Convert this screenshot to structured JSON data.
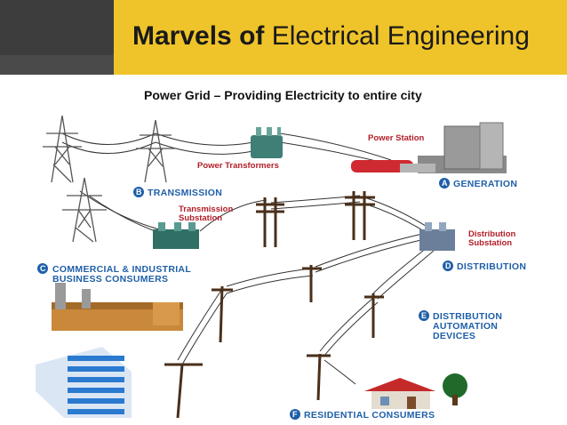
{
  "title": {
    "bold": "Marvels of",
    "rest": "Electrical Engineering"
  },
  "subtitle": "Power Grid – Providing Electricity to entire city",
  "labels": {
    "power_station": "Power Station",
    "power_transformers": "Power Transformers",
    "transmission": "TRANSMISSION",
    "generation": "GENERATION",
    "transmission_substation_1": "Transmission",
    "transmission_substation_2": "Substation",
    "distribution_substation_1": "Distribution",
    "distribution_substation_2": "Substation",
    "commercial_1": "COMMERCIAL & INDUSTRIAL",
    "commercial_2": "BUSINESS CONSUMERS",
    "distribution": "DISTRIBUTION",
    "automation_1": "DISTRIBUTION",
    "automation_2": "AUTOMATION",
    "automation_3": "DEVICES",
    "residential": "RESIDENTIAL CONSUMERS"
  },
  "badges": {
    "a": "A",
    "b": "B",
    "c": "C",
    "d": "D",
    "e": "E",
    "f": "F"
  },
  "colors": {
    "accent": "#efc42a",
    "dark": "#3d3d3d",
    "label_blue": "#1f5fa8",
    "label_red": "#b21e28"
  }
}
